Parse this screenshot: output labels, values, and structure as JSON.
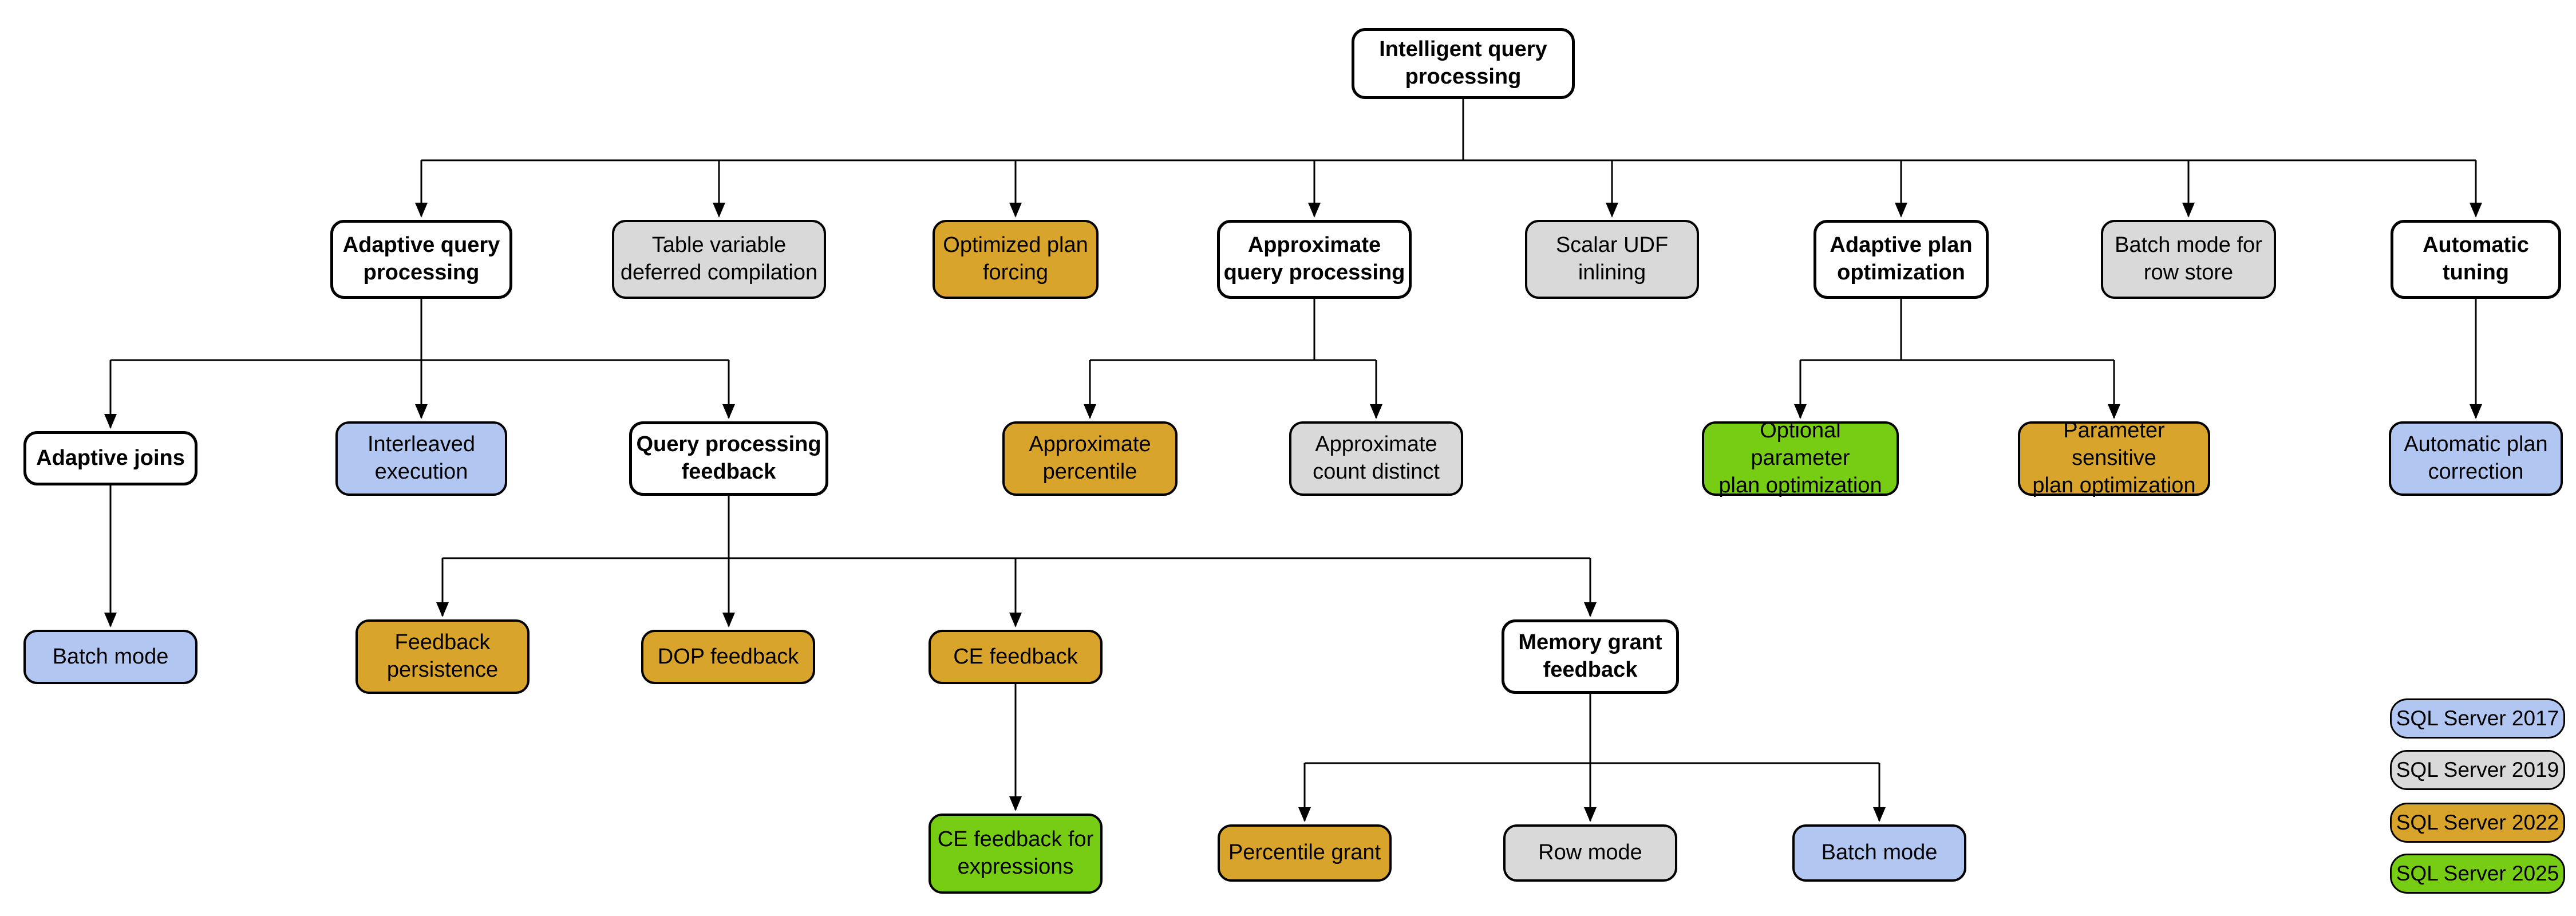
{
  "nodes": {
    "root": "Intelligent query\nprocessing",
    "adaptive_query_processing": "Adaptive query\nprocessing",
    "table_variable_deferred_compilation": "Table variable\ndeferred compilation",
    "optimized_plan_forcing": "Optimized plan\nforcing",
    "approximate_query_processing": "Approximate\nquery processing",
    "scalar_udf_inlining": "Scalar UDF\ninlining",
    "adaptive_plan_optimization": "Adaptive plan\noptimization",
    "batch_mode_row_store": "Batch mode for\nrow store",
    "automatic_tuning": "Automatic\ntuning",
    "adaptive_joins": "Adaptive joins",
    "interleaved_execution": "Interleaved\nexecution",
    "query_processing_feedback": "Query processing\nfeedback",
    "approximate_percentile": "Approximate\npercentile",
    "approximate_count_distinct": "Approximate\ncount distinct",
    "optional_parameter_plan_optimization": "Optional parameter\nplan optimization",
    "parameter_sensitive_plan_optimization": "Parameter sensitive\nplan optimization",
    "automatic_plan_correction": "Automatic plan\ncorrection",
    "batch_mode_adaptive_joins": "Batch mode",
    "feedback_persistence": "Feedback\npersistence",
    "dop_feedback": "DOP feedback",
    "ce_feedback": "CE feedback",
    "memory_grant_feedback": "Memory grant\nfeedback",
    "ce_feedback_for_expressions": "CE feedback for\nexpressions",
    "percentile_grant": "Percentile grant",
    "row_mode": "Row mode",
    "batch_mode_memory_grant": "Batch mode"
  },
  "legend": {
    "items": [
      {
        "label": "SQL Server 2017",
        "color": "#b2c6f2"
      },
      {
        "label": "SQL Server 2019",
        "color": "#d9d9d9"
      },
      {
        "label": "SQL Server 2022",
        "color": "#d9a42c"
      },
      {
        "label": "SQL Server 2025",
        "color": "#76cd13"
      }
    ]
  },
  "palette": {
    "parent_node_fill": "#ffffff",
    "sql_server_2017": "#b2c6f2",
    "sql_server_2019": "#d9d9d9",
    "sql_server_2022": "#d9a42c",
    "sql_server_2025": "#76cd13",
    "connector": "#000000",
    "text": "#000000",
    "background": "#ffffff"
  }
}
